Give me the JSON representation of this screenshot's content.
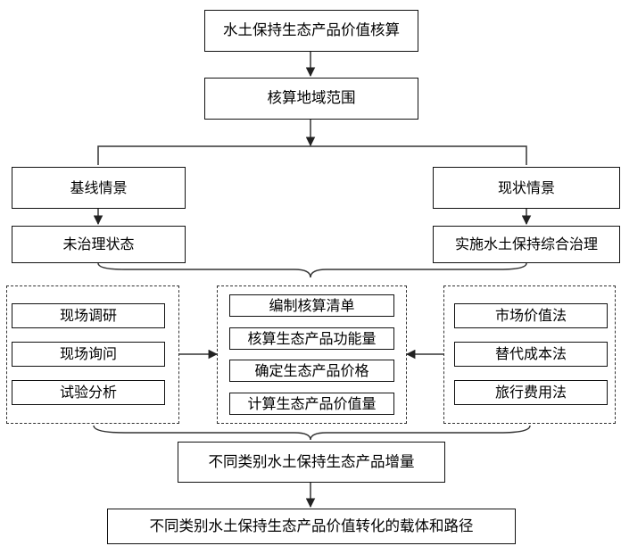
{
  "flow": {
    "title": "水土保持生态产品价值核算",
    "scope": "核算地域范围",
    "baseline_scenario": "基线情景",
    "current_scenario": "现状情景",
    "baseline_state": "未治理状态",
    "current_state": "实施水土保持综合治理",
    "left_methods": [
      "现场调研",
      "现场询问",
      "试验分析"
    ],
    "center_steps": [
      "编制核算清单",
      "核算生态产品功能量",
      "确定生态产品价格",
      "计算生态产品价值量"
    ],
    "right_methods": [
      "市场价值法",
      "替代成本法",
      "旅行费用法"
    ],
    "increment": "不同类别水土保持生态产品增量",
    "carrier_path": "不同类别水土保持生态产品价值转化的载体和路径"
  }
}
